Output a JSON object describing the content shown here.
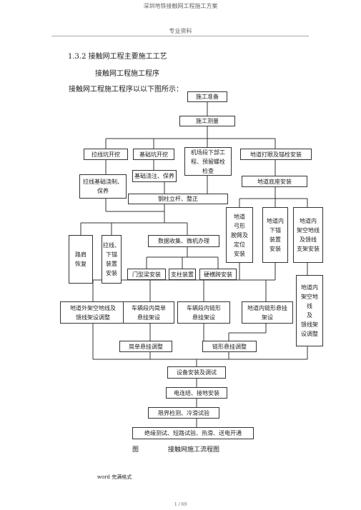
{
  "page": {
    "header": "深圳地铁接触网工程施工方案",
    "subheader": "专业资料",
    "section_heading": "1.3.2  接触网工程主要施工工艺",
    "subsection": "接触网工程施工程序",
    "intro": "接触网工程施工程序以以下图所示：",
    "caption_prefix": "图",
    "caption": "接触网施工流程图",
    "footer_word": "word 完满格式",
    "page_number": "1 / 69"
  },
  "flow": {
    "b1": "施工准备",
    "b2": "施工测量",
    "b3": "拉线坑开挖",
    "b4": "基础坑开挖",
    "b5": "机场段下部工\n程、预留螺栓\n检查",
    "b6": "地道打眼及锚栓安装",
    "b7": "拉线基础浇制、\n保养",
    "b8": "基础浇注、保养",
    "b9": "地道底座安装",
    "b10": "钢柱立杆、整正",
    "b11": "地道\n弓形\n腕臂及\n定位\n安装",
    "b12": "地道内\n下锚\n装置\n安装",
    "b13": "地道内\n架空地线\n及馈线\n支架安装",
    "b14": "路肩\n恢复",
    "b15": "拉线、\n下锚\n装置\n安装",
    "b16": "数据收集、微机办理",
    "b17": "门型梁安装",
    "b18": "支柱装置",
    "b19": "硬横跨安装",
    "b20": "地道外架空地线及\n馈线架设调整",
    "b21": "车辆段内简单\n悬挂架设",
    "b22": "车辆段内链形\n悬挂架设",
    "b23": "地道内链形悬挂\n架设",
    "b24": "地道内\n架空地\n线\n及\n馈线架\n设调整",
    "b25": "简单悬挂调整",
    "b26": "链形悬挂调整",
    "b27": "设备安装及调试",
    "b28": "电连结、接地安装",
    "b29": "限界检测、冷滑试验",
    "b30": "绝缘测试、短路试验、热滑、送电开通"
  }
}
